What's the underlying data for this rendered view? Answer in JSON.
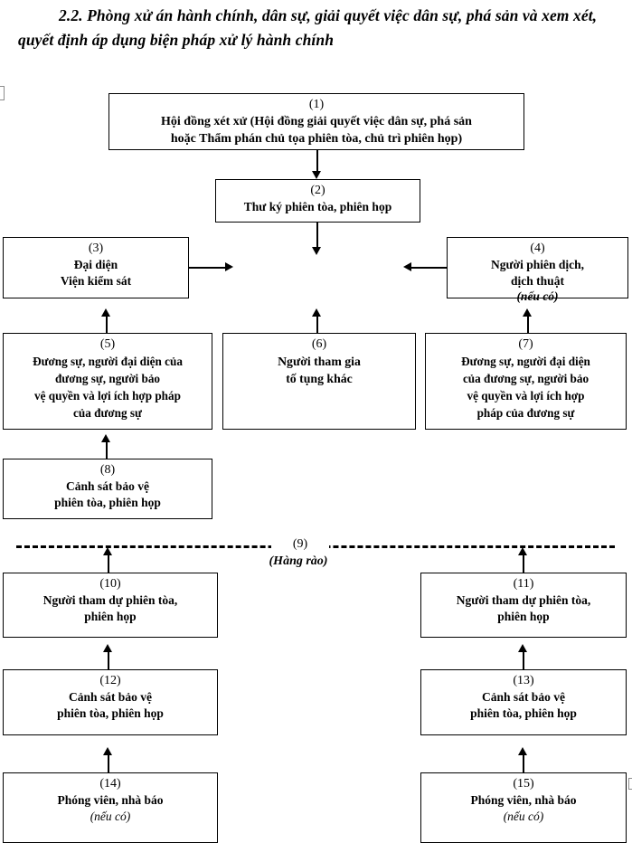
{
  "title": "2.2. Phòng xử án hành chính, dân sự, giải quyết việc dân sự, phá sản và xem xét, quyết định áp dụng biện pháp xử lý hành chính",
  "fence": {
    "number": "(9)",
    "label": "(Hàng rào)"
  },
  "nodes": [
    {
      "id": "1",
      "number": "(1)",
      "text": "Hội đồng xét xử (Hội đồng giải quyết việc dân sự, phá sản\nhoặc Thẩm phán chủ tọa phiên tòa, chủ trì phiên họp)",
      "optional": ""
    },
    {
      "id": "2",
      "number": "(2)",
      "text": "Thư ký phiên tòa, phiên họp",
      "optional": ""
    },
    {
      "id": "3",
      "number": "(3)",
      "text": "Đại diện\nViện kiểm sát",
      "optional": ""
    },
    {
      "id": "4",
      "number": "(4)",
      "text": "Người phiên dịch,\ndịch thuật",
      "optional": "(nếu có)"
    },
    {
      "id": "5",
      "number": "(5)",
      "text": "Đương sự, người đại diện của\nđương sự, người bảo\nvệ quyền và lợi ích hợp pháp\ncủa đương sự",
      "optional": ""
    },
    {
      "id": "6",
      "number": "(6)",
      "text": "Người tham gia\ntố tụng khác",
      "optional": ""
    },
    {
      "id": "7",
      "number": "(7)",
      "text": "Đương sự, người đại diện\ncủa đương sự, người bảo\nvệ quyền và lợi ích hợp\npháp của đương sự",
      "optional": ""
    },
    {
      "id": "8",
      "number": "(8)",
      "text": "Cảnh sát bảo vệ\nphiên tòa, phiên họp",
      "optional": ""
    },
    {
      "id": "10",
      "number": "(10)",
      "text": "Người tham dự phiên tòa,\nphiên họp",
      "optional": ""
    },
    {
      "id": "11",
      "number": "(11)",
      "text": "Người tham dự phiên tòa,\nphiên họp",
      "optional": ""
    },
    {
      "id": "12",
      "number": "(12)",
      "text": "Cảnh sát bảo vệ\nphiên tòa, phiên họp",
      "optional": ""
    },
    {
      "id": "13",
      "number": "(13)",
      "text": "Cảnh sát bảo vệ\nphiên tòa, phiên họp",
      "optional": ""
    },
    {
      "id": "14",
      "number": "(14)",
      "text": "Phóng viên, nhà báo",
      "optional": "(nếu có)"
    },
    {
      "id": "15",
      "number": "(15)",
      "text": "Phóng viên, nhà báo",
      "optional": "(nếu có)"
    }
  ]
}
